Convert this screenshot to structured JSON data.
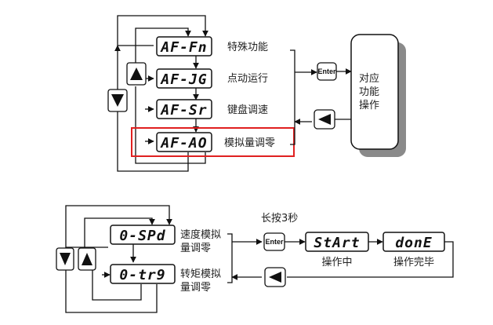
{
  "colors": {
    "highlight": "#e02020",
    "stroke": "#111111",
    "shadow": "#8a8a8a",
    "box_fill": "#ffffff"
  },
  "top": {
    "displays": [
      "AF-Fn",
      "AF-JG",
      "AF-Sr",
      "AF-AO"
    ],
    "labels": [
      "特殊功能",
      "点动运行",
      "键盘调速",
      "模拟量调零"
    ],
    "enter_label": "Enter",
    "function_box": [
      "对应",
      "功能",
      "操作"
    ],
    "up_icon": "triangle-up-icon",
    "down_icon": "triangle-down-icon",
    "back_icon": "triangle-left-icon"
  },
  "bottom": {
    "displays": [
      "0-SPd",
      "0-tr9"
    ],
    "labels": [
      [
        "速度模拟",
        "量调零"
      ],
      [
        "转矩模拟",
        "量调零"
      ]
    ],
    "long_press": "长按3秒",
    "enter_label": "Enter",
    "start_display": "StArt",
    "start_caption": "操作中",
    "done_display": "donE",
    "done_caption": "操作完毕",
    "up_icon": "triangle-up-icon",
    "down_icon": "triangle-down-icon",
    "back_icon": "triangle-left-icon"
  }
}
